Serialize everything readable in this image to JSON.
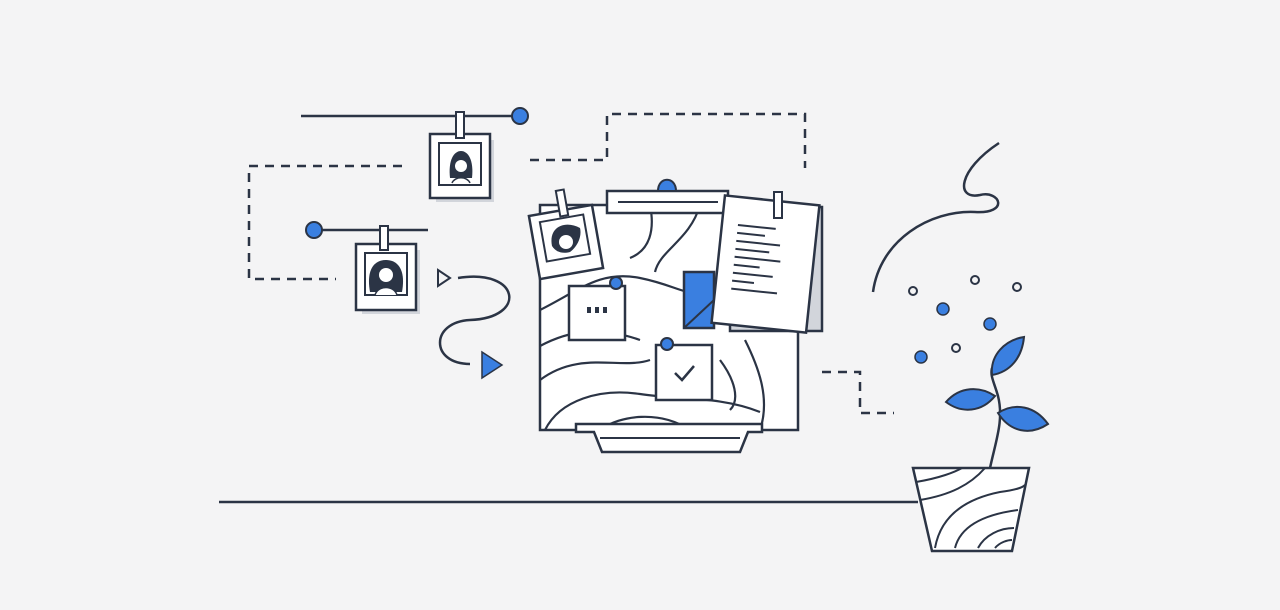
{
  "palette": {
    "background": "#f4f4f5",
    "line": "#2b3445",
    "accent": "#3a7fe0",
    "paper": "#ffffff",
    "shadow": "#d2d5db"
  },
  "illustration": {
    "subject": "team-board-illustration",
    "photos": [
      "woman-portrait-photo",
      "woman-portrait-photo",
      "man-portrait-photo"
    ],
    "icons": [
      "document-icon",
      "checkmark-icon",
      "dots-icon",
      "plant-icon",
      "pin-icon",
      "arrow-icon"
    ]
  }
}
